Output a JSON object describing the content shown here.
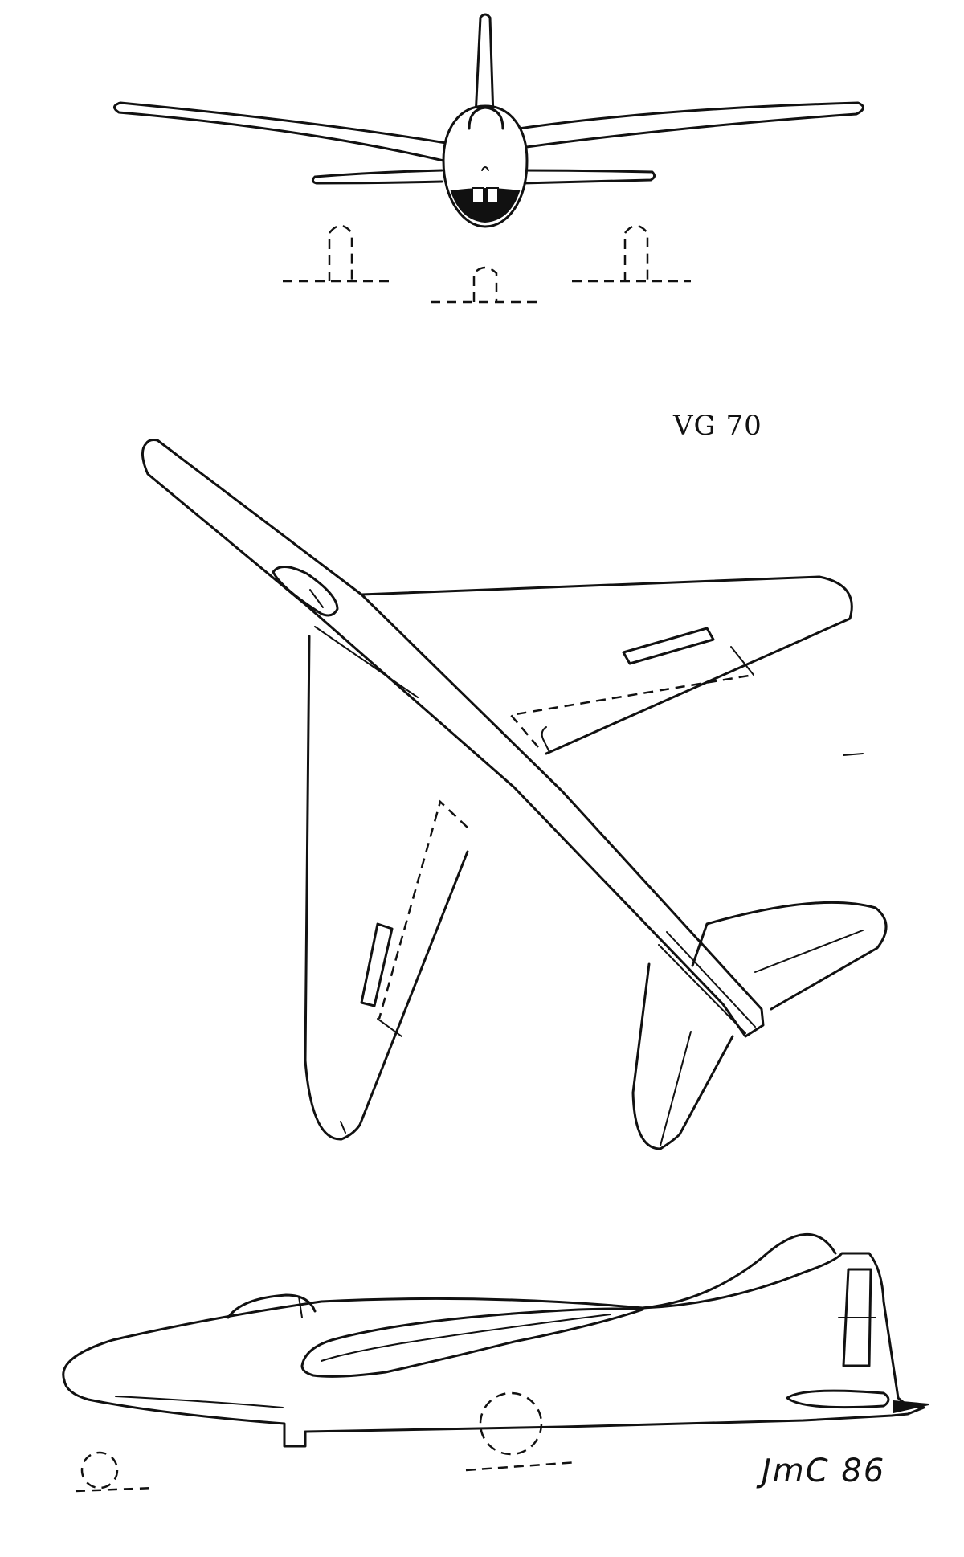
{
  "drawing": {
    "type_label": "VG 70",
    "signature": "JmC 86",
    "line_color": "#111111",
    "background": "#ffffff",
    "views": [
      "front-view",
      "plan-view",
      "side-view"
    ]
  }
}
